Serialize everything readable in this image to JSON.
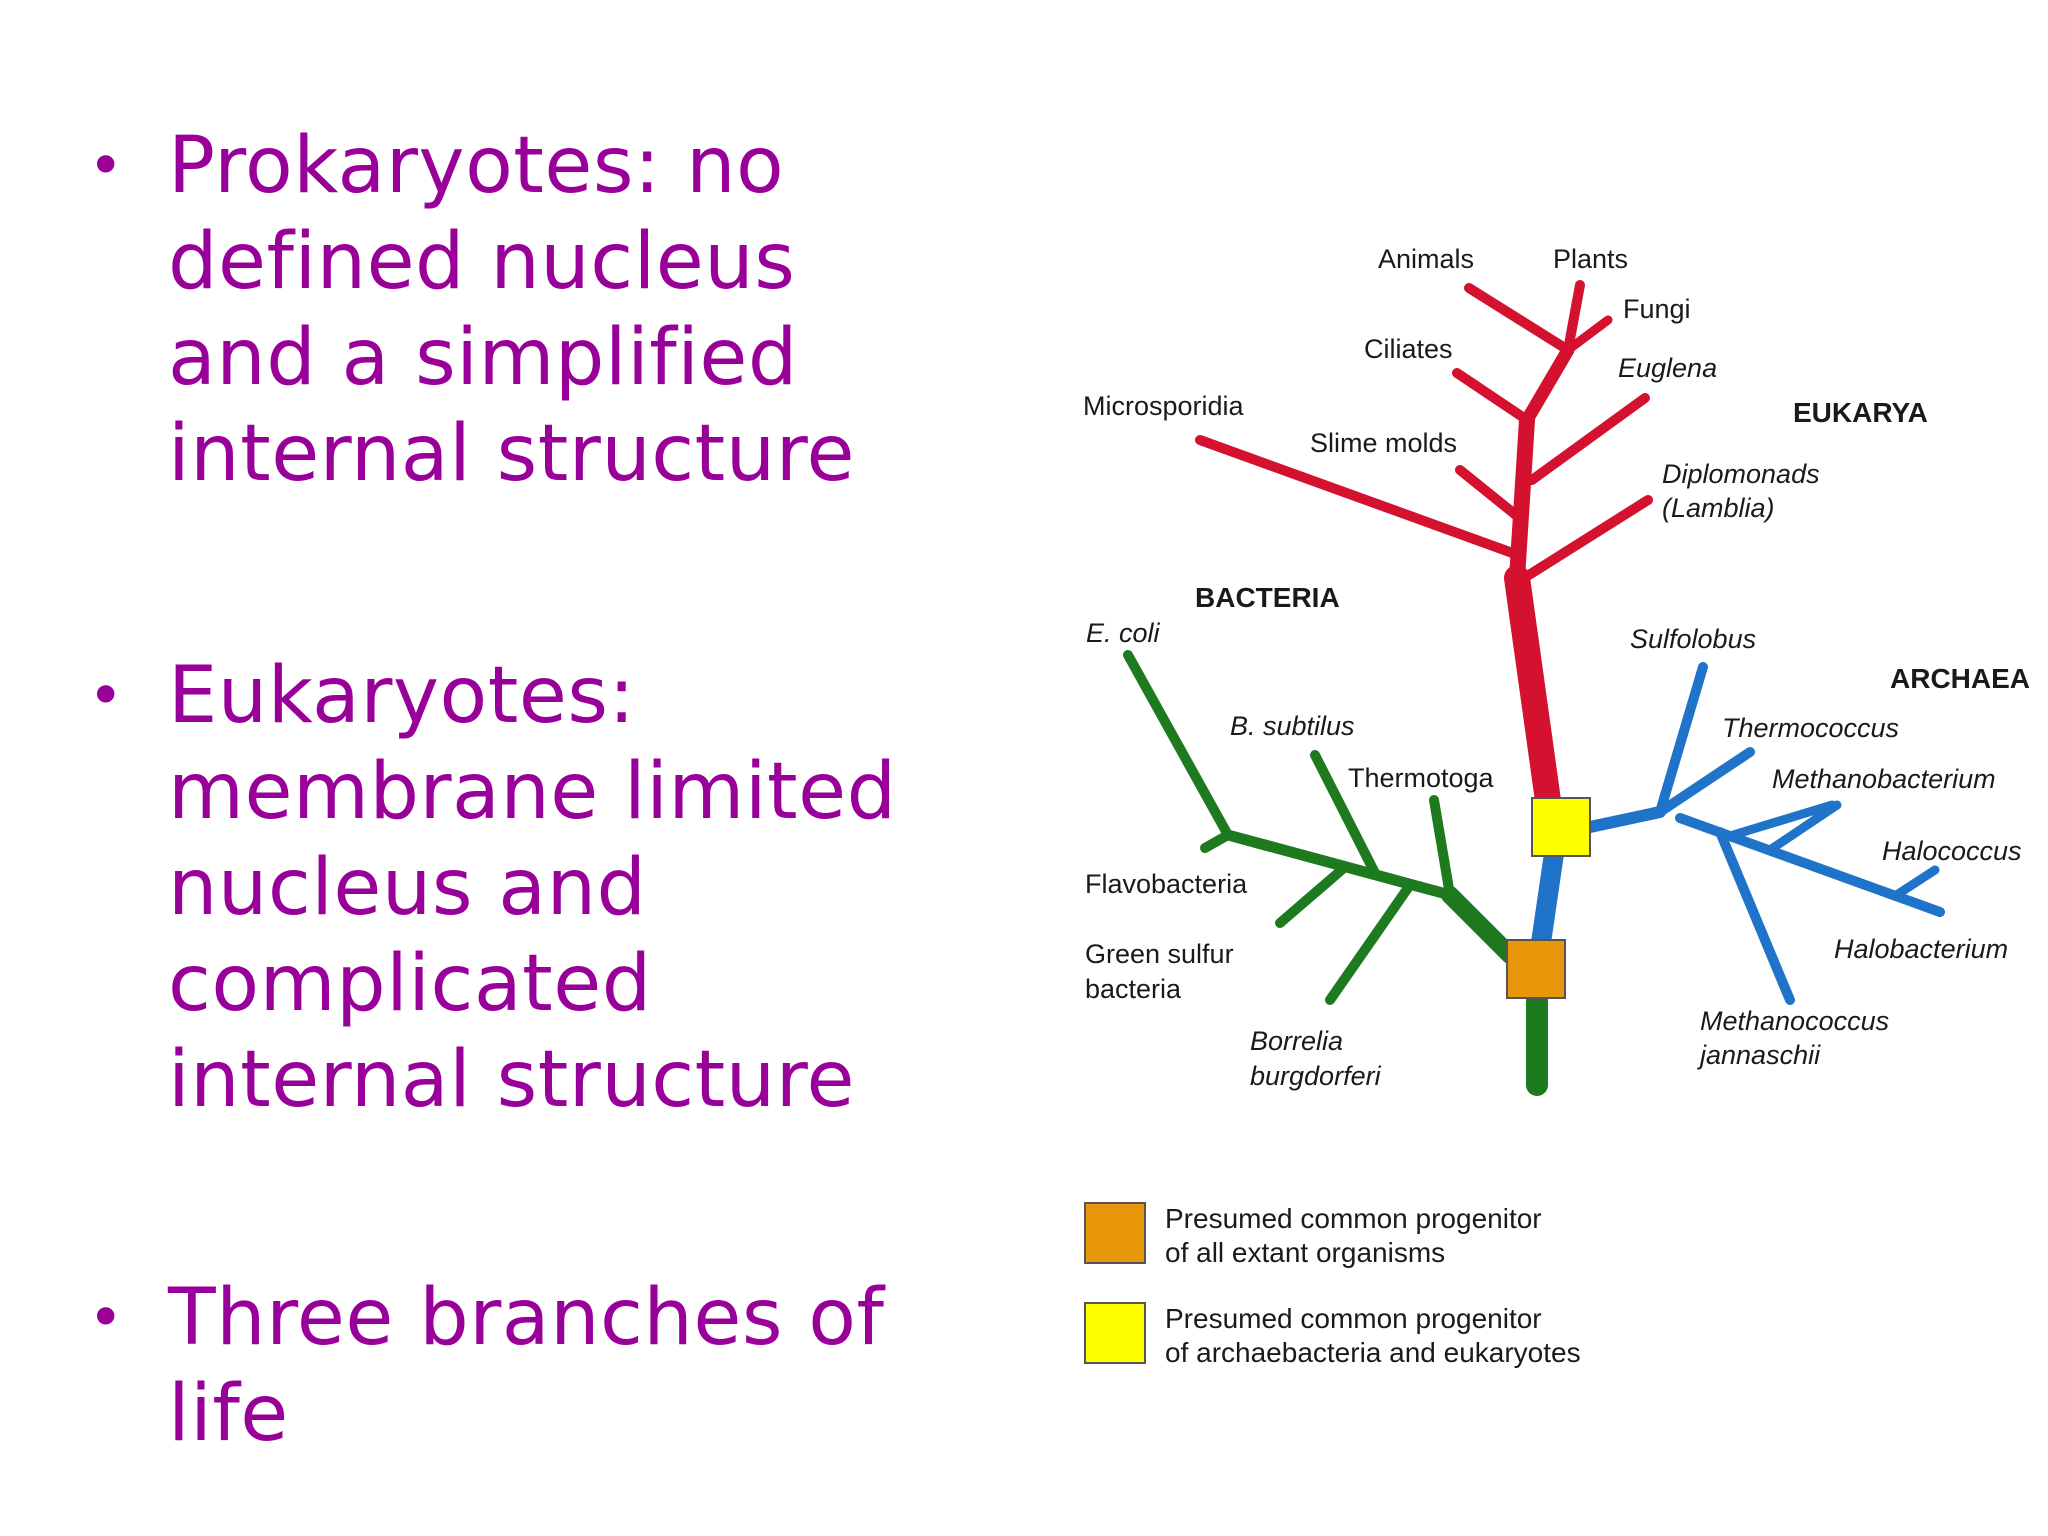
{
  "bullets": [
    {
      "text": "Prokaryotes: no defined nucleus and a simplified internal structure"
    },
    {
      "text": "Eukaryotes: membrane limited nucleus and complicated internal structure"
    },
    {
      "text": "Three branches of life"
    }
  ],
  "bullet_color": "#990099",
  "tree": {
    "groups": {
      "eukarya": "EUKARYA",
      "bacteria": "BACTERIA",
      "archaea": "ARCHAEA"
    },
    "eukarya_labels": {
      "animals": "Animals",
      "plants": "Plants",
      "fungi": "Fungi",
      "ciliates": "Ciliates",
      "euglena": "Euglena",
      "microsporidia": "Microsporidia",
      "slime_molds": "Slime molds",
      "diplomonads": "Diplomonads",
      "lamblia": "(Lamblia)"
    },
    "bacteria_labels": {
      "ecoli": "E. coli",
      "bsubtilus": "B. subtilus",
      "thermotoga": "Thermotoga",
      "flavobacteria": "Flavobacteria",
      "green_sulfur_1": "Green sulfur",
      "green_sulfur_2": "bacteria",
      "borrelia_1": "Borrelia",
      "borrelia_2": "burgdorferi"
    },
    "archaea_labels": {
      "sulfolobus": "Sulfolobus",
      "thermococcus": "Thermococcus",
      "methanobacterium": "Methanobacterium",
      "halococcus": "Halococcus",
      "halobacterium": "Halobacterium",
      "methanococcus_1": "Methanococcus",
      "methanococcus_2": "jannaschii"
    },
    "colors": {
      "eukarya": "#d4112e",
      "bacteria": "#1e7a1e",
      "archaea": "#1f74c9",
      "progenitor_all": "#e8960a",
      "progenitor_archaea_eukarya": "#ffff00"
    }
  },
  "legend": {
    "orange_line1": "Presumed common progenitor",
    "orange_line2": "of all extant organisms",
    "yellow_line1": "Presumed common progenitor",
    "yellow_line2": "of archaebacteria and eukaryotes"
  }
}
